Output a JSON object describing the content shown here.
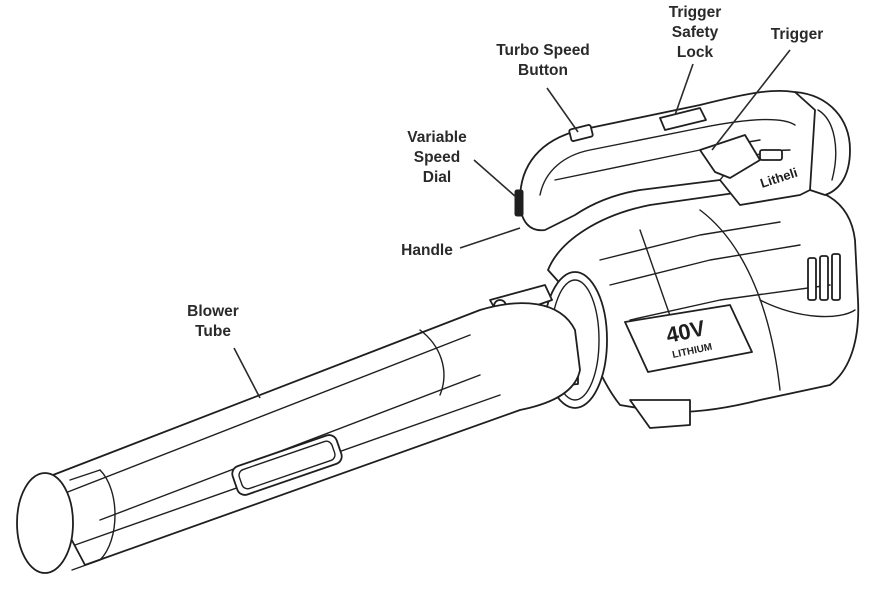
{
  "labels": {
    "trigger_safety_lock": [
      "Trigger",
      "Safety",
      "Lock"
    ],
    "trigger": [
      "Trigger"
    ],
    "turbo_speed_button": [
      "Turbo Speed",
      "Button"
    ],
    "variable_speed_dial": [
      "Variable",
      "Speed",
      "Dial"
    ],
    "handle": [
      "Handle"
    ],
    "blower_tube": [
      "Blower",
      "Tube"
    ]
  },
  "product_markings": {
    "brand": "Litheli",
    "voltage": "40V",
    "chemistry": "LITHIUM"
  }
}
